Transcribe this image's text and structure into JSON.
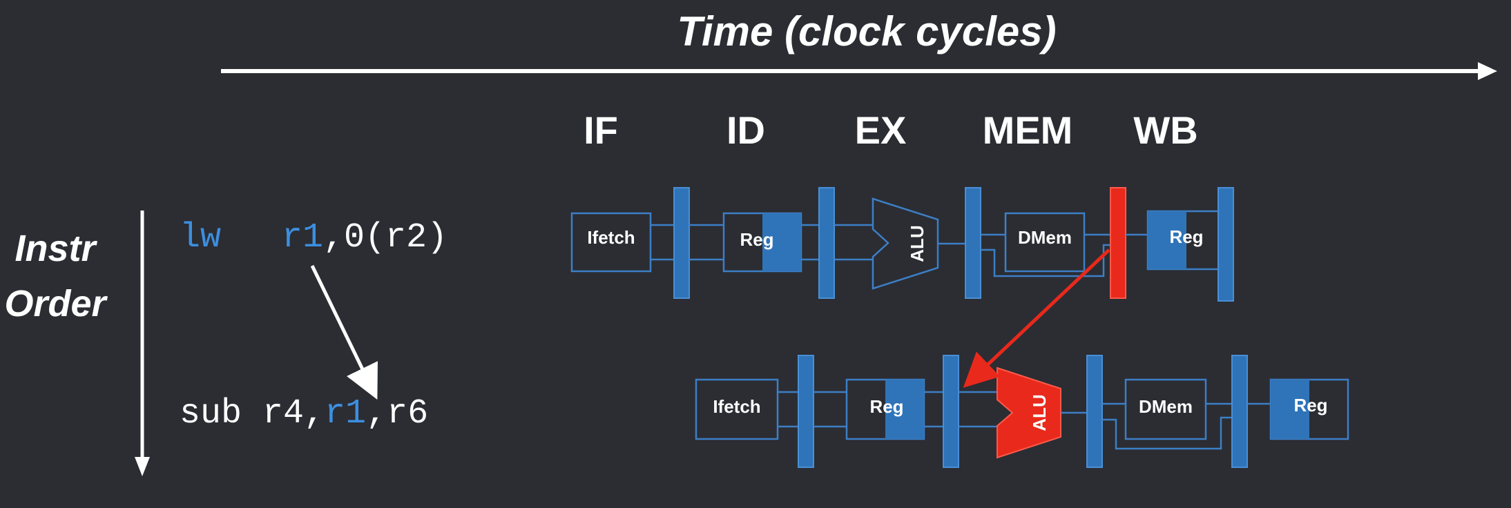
{
  "title": "Time (clock cycles)",
  "side_label": {
    "line1": "Instr",
    "line2": "Order"
  },
  "stages": [
    "IF",
    "ID",
    "EX",
    "MEM",
    "WB"
  ],
  "instructions": [
    {
      "op": "lw",
      "operands": [
        {
          "text": "r1",
          "highlight": true
        },
        {
          "text": ",0(r2)",
          "highlight": false
        }
      ]
    },
    {
      "op": "sub",
      "operands": [
        {
          "text": " r4,",
          "highlight": false
        },
        {
          "text": "r1",
          "highlight": true
        },
        {
          "text": ",r6",
          "highlight": false
        }
      ]
    }
  ],
  "pipeline": {
    "ifetch": "Ifetch",
    "reg": "Reg",
    "alu": "ALU",
    "dmem": "DMem"
  },
  "colors": {
    "background": "#2b2d33",
    "accent": "#3d8fe0",
    "hazard": "#e8291c",
    "text": "#ffffff"
  }
}
